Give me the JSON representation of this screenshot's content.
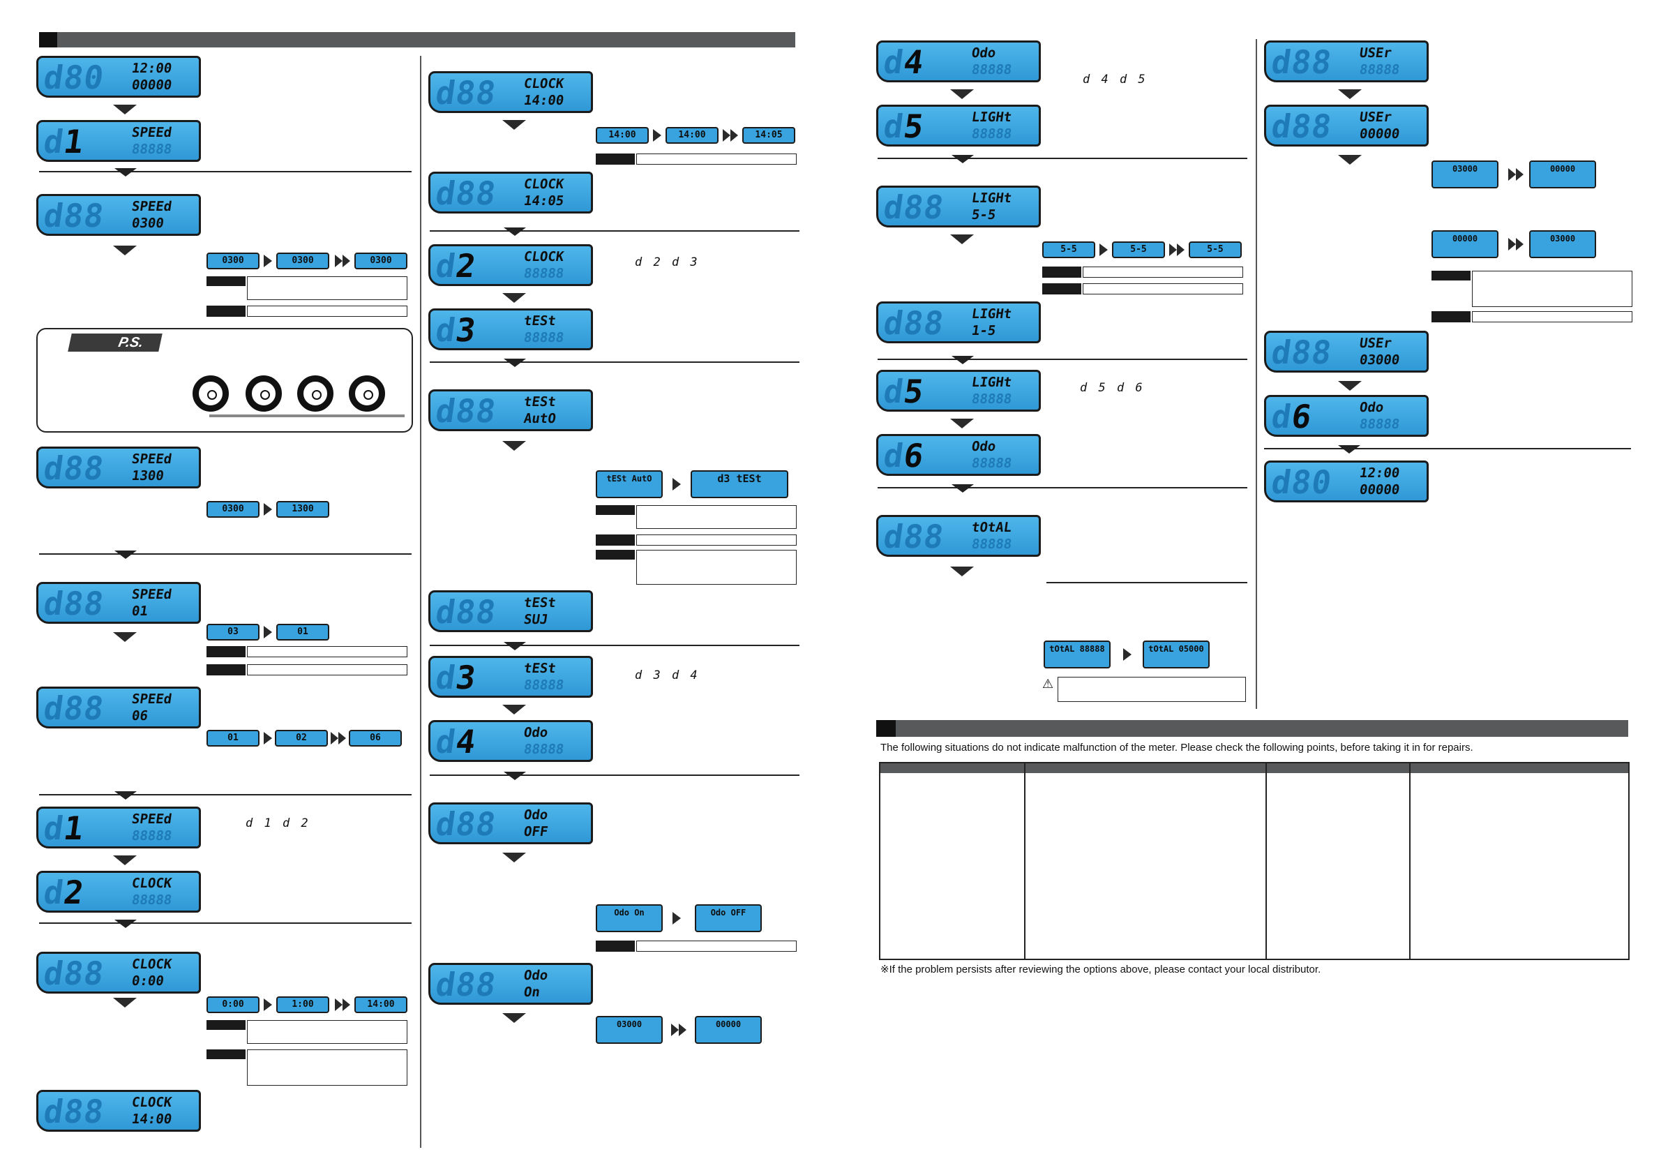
{
  "lcd": {
    "a1": {
      "big": "d80",
      "dig": "",
      "lbl": "12:00",
      "val": "00000"
    },
    "a2": {
      "big": "d",
      "dig": "1",
      "lbl": "SPEEd",
      "val": "88888"
    },
    "a3": {
      "big": "d88",
      "dig": "",
      "lbl": "SPEEd",
      "val": "0300"
    },
    "a4": {
      "big": "d88",
      "dig": "",
      "lbl": "SPEEd",
      "val": "1300"
    },
    "a5": {
      "big": "d88",
      "dig": "",
      "lbl": "SPEEd",
      "val": "01"
    },
    "a6": {
      "big": "d88",
      "dig": "",
      "lbl": "SPEEd",
      "val": "06"
    },
    "a7": {
      "big": "d",
      "dig": "1",
      "lbl": "SPEEd",
      "val": "88888"
    },
    "a8": {
      "big": "d",
      "dig": "2",
      "lbl": "CLOCK",
      "val": "88888"
    },
    "a9": {
      "big": "d88",
      "dig": "",
      "lbl": "CLOCK",
      "val": "0:00"
    },
    "a10": {
      "big": "d88",
      "dig": "",
      "lbl": "CLOCK",
      "val": "14:00"
    },
    "b1": {
      "big": "d88",
      "dig": "",
      "lbl": "CLOCK",
      "val": "14:00"
    },
    "b2": {
      "big": "d88",
      "dig": "",
      "lbl": "CLOCK",
      "val": "14:05"
    },
    "b3": {
      "big": "d",
      "dig": "2",
      "lbl": "CLOCK",
      "val": "88888"
    },
    "b4": {
      "big": "d",
      "dig": "3",
      "lbl": "tESt",
      "val": "88888"
    },
    "b5": {
      "big": "d88",
      "dig": "",
      "lbl": "tESt",
      "val": "AutO"
    },
    "b6": {
      "big": "d88",
      "dig": "",
      "lbl": "tESt",
      "val": "SUJ"
    },
    "b7": {
      "big": "d",
      "dig": "3",
      "lbl": "tESt",
      "val": "88888"
    },
    "b8": {
      "big": "d",
      "dig": "4",
      "lbl": "Odo",
      "val": "88888"
    },
    "b9": {
      "big": "d88",
      "dig": "",
      "lbl": "Odo",
      "val": "OFF"
    },
    "b10": {
      "big": "d88",
      "dig": "",
      "lbl": "Odo",
      "val": "On"
    },
    "c1": {
      "big": "d",
      "dig": "4",
      "lbl": "Odo",
      "val": "88888"
    },
    "c2": {
      "big": "d",
      "dig": "5",
      "lbl": "LIGHt",
      "val": "88888"
    },
    "c3": {
      "big": "d88",
      "dig": "",
      "lbl": "LIGHt",
      "val": "5-5"
    },
    "c4": {
      "big": "d88",
      "dig": "",
      "lbl": "LIGHt",
      "val": "1-5"
    },
    "c5": {
      "big": "d",
      "dig": "5",
      "lbl": "LIGHt",
      "val": "88888"
    },
    "c6": {
      "big": "d",
      "dig": "6",
      "lbl": "Odo",
      "val": "88888"
    },
    "c7": {
      "big": "d88",
      "dig": "",
      "lbl": "tOtAL",
      "val": "88888"
    },
    "d1": {
      "big": "d88",
      "dig": "",
      "lbl": "USEr",
      "val": "88888"
    },
    "d2": {
      "big": "d88",
      "dig": "",
      "lbl": "USEr",
      "val": "00000"
    },
    "d3": {
      "big": "d88",
      "dig": "",
      "lbl": "USEr",
      "val": "03000"
    },
    "d4": {
      "big": "d",
      "dig": "6",
      "lbl": "Odo",
      "val": "88888"
    },
    "d5": {
      "big": "d80",
      "dig": "",
      "lbl": "12:00",
      "val": "00000"
    }
  },
  "mini": {
    "m1": "0300",
    "m2": "0300",
    "m3": "0300",
    "m4": "0300",
    "m5": "1300",
    "m6": "03",
    "m7": "01",
    "m8": "01",
    "m9": "02",
    "m10": "06",
    "m11": "0:00",
    "m12": "1:00",
    "m13": "14:00",
    "m14": "14:00",
    "m15": "14:00",
    "m16": "14:05",
    "m17": "tESt AutO",
    "m18": "d3 tESt",
    "m19": "Odo On",
    "m20": "Odo OFF",
    "m21": "03000",
    "m22": "00000",
    "m23": "5-5",
    "m24": "5-5",
    "m25": "5-5",
    "m26": "tOtAL 88888",
    "m27": "tOtAL 05000",
    "m28": "03000",
    "m29": "00000",
    "m30": "00000",
    "m31": "03000"
  },
  "captions": {
    "c_a1a2": "d 1  d 2",
    "c_a2a3": "d 2  d 3",
    "c_a3a4": "d 3  d 4",
    "c_a4a5": "d 4  d 5",
    "c_a5a6": "d 5  d 6"
  },
  "ps_label": "P.S.",
  "troubleshoot": {
    "intro": "The following situations do not indicate malfunction of the meter. Please check the following points, before taking it in for repairs.",
    "footnote": "※If the problem persists after reviewing the options above, please contact your local distributor."
  },
  "colors": {
    "lcd_blue": "#3aa5e0",
    "bar_gray": "#58595b"
  }
}
